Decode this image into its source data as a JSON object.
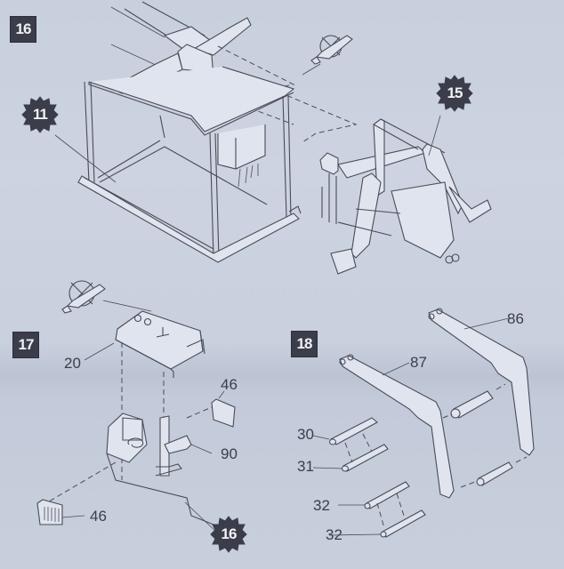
{
  "document": {
    "type": "model kit assembly instructions",
    "background_color": "#c9d0de",
    "badge_color": "#3b3d4b"
  },
  "steps": [
    {
      "number": "16",
      "references": [
        "11",
        "15"
      ],
      "icons": [
        "glue-prohibited-icon"
      ],
      "part_labels": []
    },
    {
      "number": "17",
      "references": [
        "16"
      ],
      "icons": [
        "glue-prohibited-icon"
      ],
      "part_labels": [
        "20",
        "46",
        "90",
        "46"
      ]
    },
    {
      "number": "18",
      "references": [],
      "icons": [],
      "part_labels": [
        "86",
        "87",
        "30",
        "31",
        "32",
        "32"
      ]
    }
  ],
  "labels": {
    "step16": "16",
    "step17": "17",
    "step18": "18",
    "ref11": "11",
    "ref15": "15",
    "ref16": "16",
    "p20": "20",
    "p46a": "46",
    "p90": "90",
    "p46b": "46",
    "p86": "86",
    "p87": "87",
    "p30": "30",
    "p31": "31",
    "p32a": "32",
    "p32b": "32"
  }
}
